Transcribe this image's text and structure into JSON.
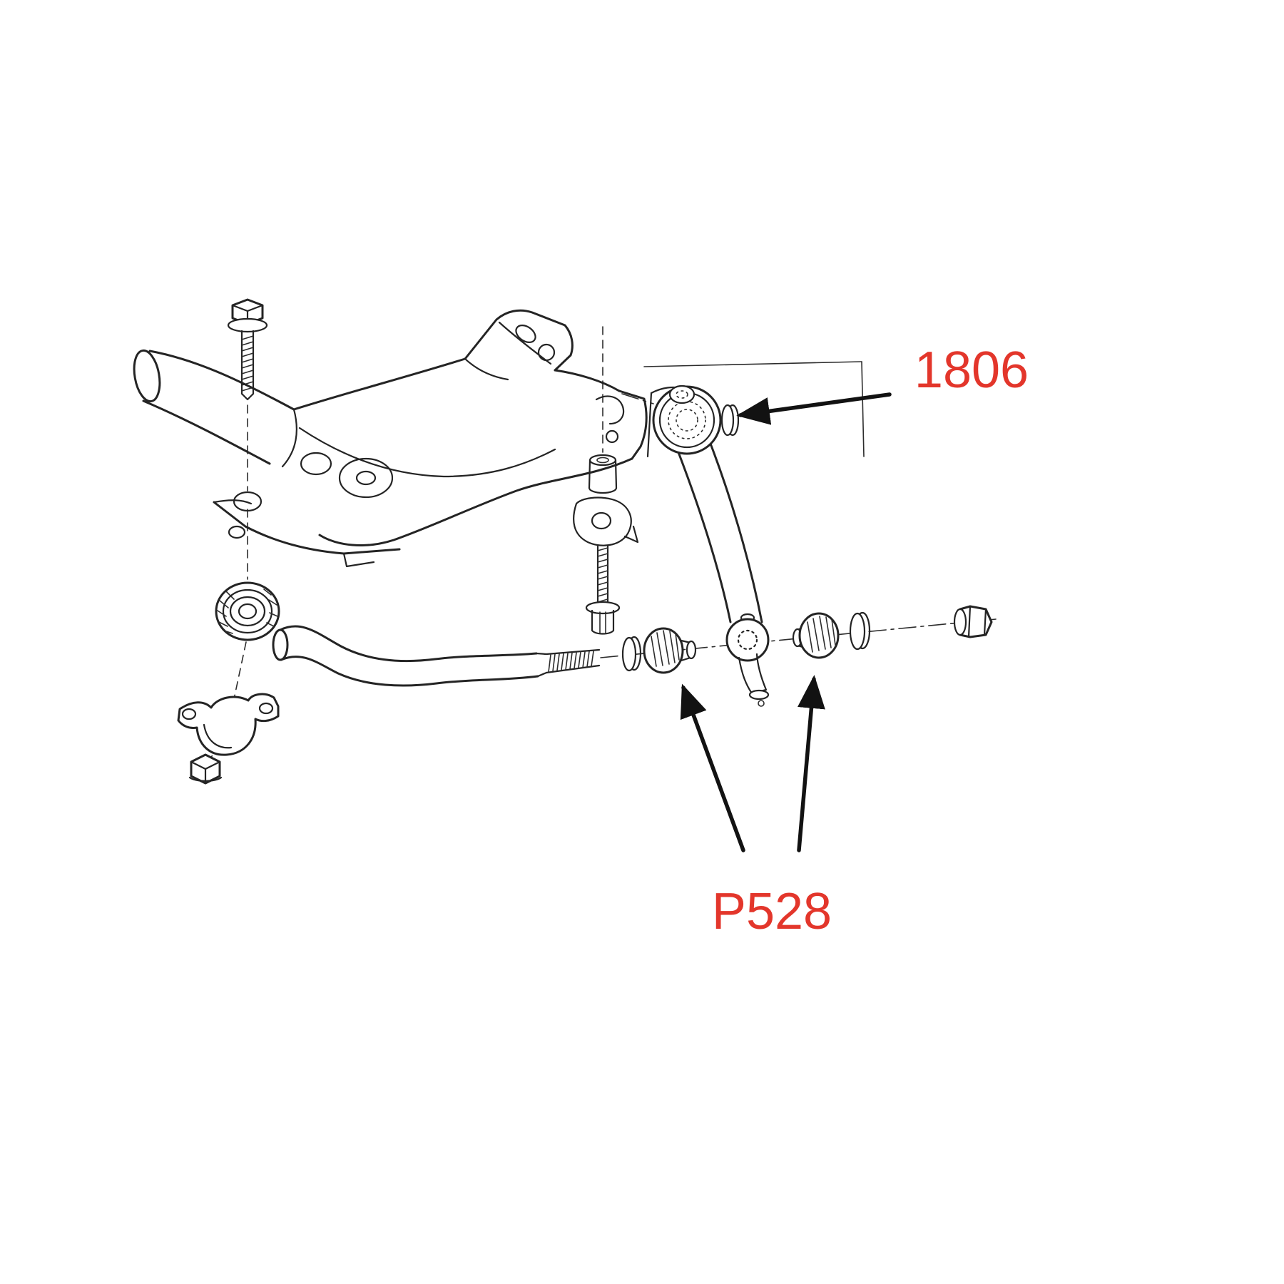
{
  "canvas": {
    "background": "#ffffff"
  },
  "diagram": {
    "kind": "exploded-parts-line-drawing",
    "line_color": "#242424",
    "annotation": {
      "text_color": "#e3362b",
      "arrow_color": "#121212",
      "labels": [
        {
          "id": "label-1806",
          "text": "1806",
          "points_to": "tension-rod-bushing"
        },
        {
          "id": "label-p528",
          "text": "P528",
          "points_to": "link-bushing-front, link-bushing-rear"
        }
      ]
    },
    "parts": [
      "flange-bolt",
      "subframe-crossmember",
      "insulator-spacer",
      "retainer-plate",
      "mount-bolt",
      "stabilizer-bar",
      "stabilizer-bushing",
      "stabilizer-clamp",
      "clamp-nut",
      "washer-front",
      "link-bushing-front",
      "stabilizer-link",
      "link-bushing-rear",
      "washer-rear",
      "lock-nut",
      "tension-rod",
      "tension-rod-bushing"
    ]
  }
}
